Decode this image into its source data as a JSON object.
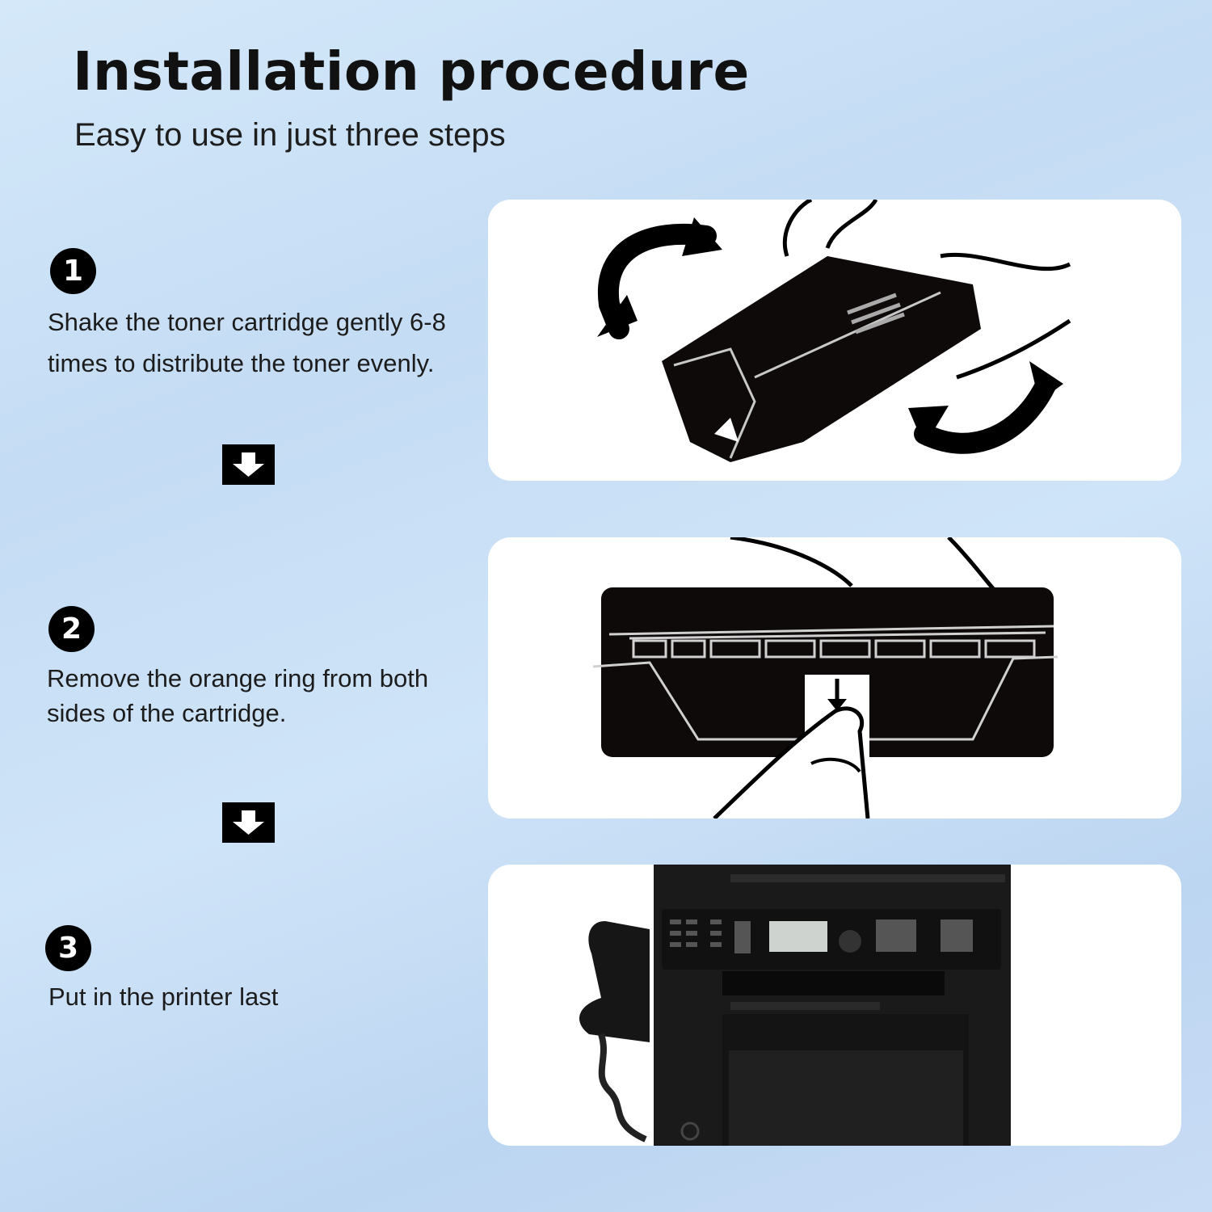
{
  "header": {
    "title": "Installation procedure",
    "subtitle": "Easy to use in just three steps"
  },
  "steps": [
    {
      "number": "1",
      "text": "Shake the toner cartridge gently 6-8 times to distribute the toner evenly."
    },
    {
      "number": "2",
      "text": "Remove the orange ring from both sides of the cartridge."
    },
    {
      "number": "3",
      "text": "Put in the printer last"
    }
  ],
  "icons": {
    "arrow": "down-arrow-icon",
    "step1_image": "shake-cartridge-illustration",
    "step2_image": "remove-ring-illustration",
    "step3_image": "printer-photo"
  },
  "colors": {
    "background": "#c9dff6",
    "badge": "#000000",
    "panel": "#ffffff"
  }
}
